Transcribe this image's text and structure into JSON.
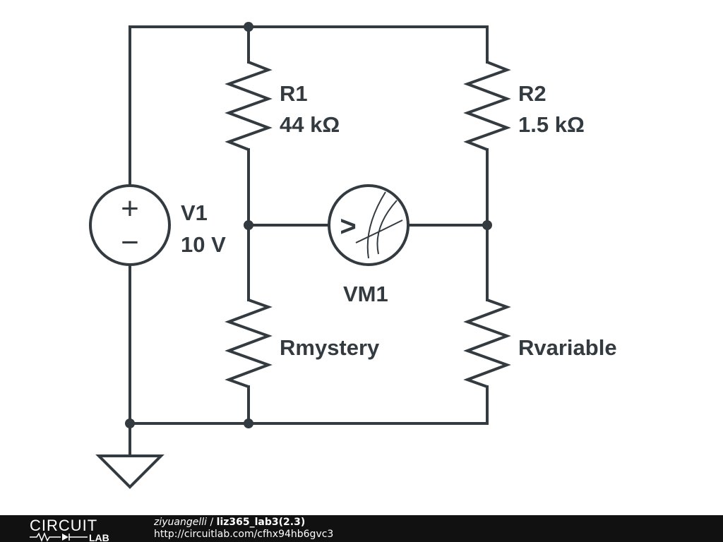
{
  "components": {
    "v1": {
      "name": "V1",
      "value": "10 V",
      "plus_symbol": "+",
      "minus_symbol": "−"
    },
    "r1": {
      "name": "R1",
      "value": "44 kΩ"
    },
    "r2": {
      "name": "R2",
      "value": "1.5 kΩ"
    },
    "vm1": {
      "name": "VM1",
      "symbol": ">"
    },
    "rmystery": {
      "name": "Rmystery"
    },
    "rvariable": {
      "name": "Rvariable"
    }
  },
  "footer": {
    "logo_top": "CIRCUIT",
    "logo_bottom": "LAB",
    "author": "ziyuangelli",
    "separator": " / ",
    "project": "liz365_lab3(2.3)",
    "url": "http://circuitlab.com/cfhx94hb6gvc3"
  }
}
